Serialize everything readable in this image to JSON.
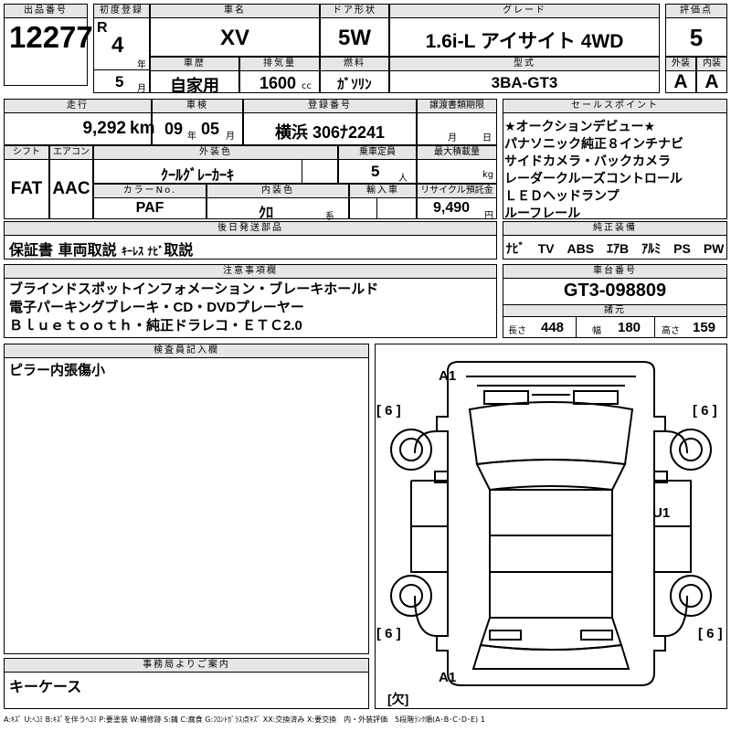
{
  "header": {
    "lot_label": "出品番号",
    "lot_no": "12277",
    "first_reg_label": "初度登録",
    "era": "R",
    "year": "4",
    "year_unit": "年",
    "month": "5",
    "month_unit": "月",
    "name_label": "車名",
    "name": "XV",
    "door_label": "ドア形状",
    "door": "5W",
    "grade_label": "グレード",
    "grade": "1.6i-L アイサイト 4WD",
    "score_label": "評価点",
    "score": "5",
    "history_label": "車歴",
    "history": "自家用",
    "disp_label": "排気量",
    "disp": "1600",
    "disp_unit": "cc",
    "fuel_label": "燃料",
    "fuel": "ｶﾞｿﾘﾝ",
    "model_label": "型式",
    "model": "3BA-GT3",
    "ext_label": "外装",
    "ext": "A",
    "int_label": "内装",
    "int": "A"
  },
  "row2": {
    "mileage_label": "走行",
    "mileage": "9,292",
    "mileage_unit": "km",
    "inspect_label": "車検",
    "inspect_y": "09",
    "inspect_y_unit": "年",
    "inspect_m": "05",
    "inspect_m_unit": "月",
    "reg_label": "登録番号",
    "reg": "横浜 306ﾅ2241",
    "transfer_label": "譲渡書類期限",
    "transfer_m_unit": "月",
    "transfer_d_unit": "日",
    "shift_label": "シフト",
    "shift": "FAT",
    "ac_label": "エアコン",
    "ac": "AAC",
    "color_label": "外装色",
    "color": "ｸｰﾙｸﾞﾚｰｶｰｷ",
    "capacity_label": "乗車定員",
    "capacity": "5",
    "capacity_unit": "人",
    "load_label": "最大積載量",
    "load_unit": "kg",
    "color_no_label": "カラーNo.",
    "color_no": "PAF",
    "int_color_label": "内装色",
    "int_color": "ｸﾛ",
    "int_color_unit": "系",
    "import_label": "輸入車",
    "recycle_label": "リサイクル預託金",
    "recycle": "9,490",
    "recycle_unit": "円"
  },
  "sales_points": {
    "label": "セールスポイント",
    "lines": [
      "★オークションデビュー★",
      "パナソニック純正８インチナビ",
      "サイドカメラ・バックカメラ",
      "レーダークルーズコントロール",
      "ＬＥＤヘッドランプ",
      "ルーフレール"
    ]
  },
  "later_parts": {
    "label": "後日発送部品",
    "text_big": "保証書 車両取説 ",
    "text_small": "ｷｰﾚｽ ﾅﾋﾞ",
    "text_big2": "取説"
  },
  "equipment": {
    "label": "純正装備",
    "items": "ﾅﾋﾞ　TV　ABS　ｴｱB　ｱﾙﾐ　PS　PW"
  },
  "notes": {
    "label": "注意事項欄",
    "lines": [
      "ブラインドスポットインフォメーション・ブレーキホールド",
      "電子パーキングブレーキ・CD・DVDプレーヤー",
      "Ｂｌｕｅｔｏｏｔｈ・純正ドラレコ・ＥＴＣ2.0"
    ]
  },
  "chassis": {
    "label": "車台番号",
    "number": "GT3-098809",
    "spec_label": "諸元",
    "length_label": "長さ",
    "length": "448",
    "width_label": "幅",
    "width": "180",
    "height_label": "高さ",
    "height": "159"
  },
  "inspector": {
    "label": "検査員記入欄",
    "text": "ピラー内張傷小"
  },
  "office": {
    "label": "事務局よりご案内",
    "text": "キーケース"
  },
  "diagram": {
    "mark_a1_top": "A1",
    "mark_a1_bottom": "A1",
    "mark_u1": "U1",
    "tire_fl": "[ 6 ]",
    "tire_fr": "[ 6 ]",
    "tire_rl": "[ 6 ]",
    "tire_rr": "[ 6 ]",
    "spare": "[欠]"
  },
  "legend": "A:ｷｽﾞ U:ﾍｺﾐ B:ｷｽﾞを伴うﾍｺﾐ P:要塗装 W:補修跡 S:錆 C:腐食 G:ﾌﾛﾝﾄｶﾞﾗｽ点ｷｽﾞ XX:交換済み X:要交換　内・外装評価　5段階ﾗﾝｸ順(A･B･C･D･E) 1"
}
